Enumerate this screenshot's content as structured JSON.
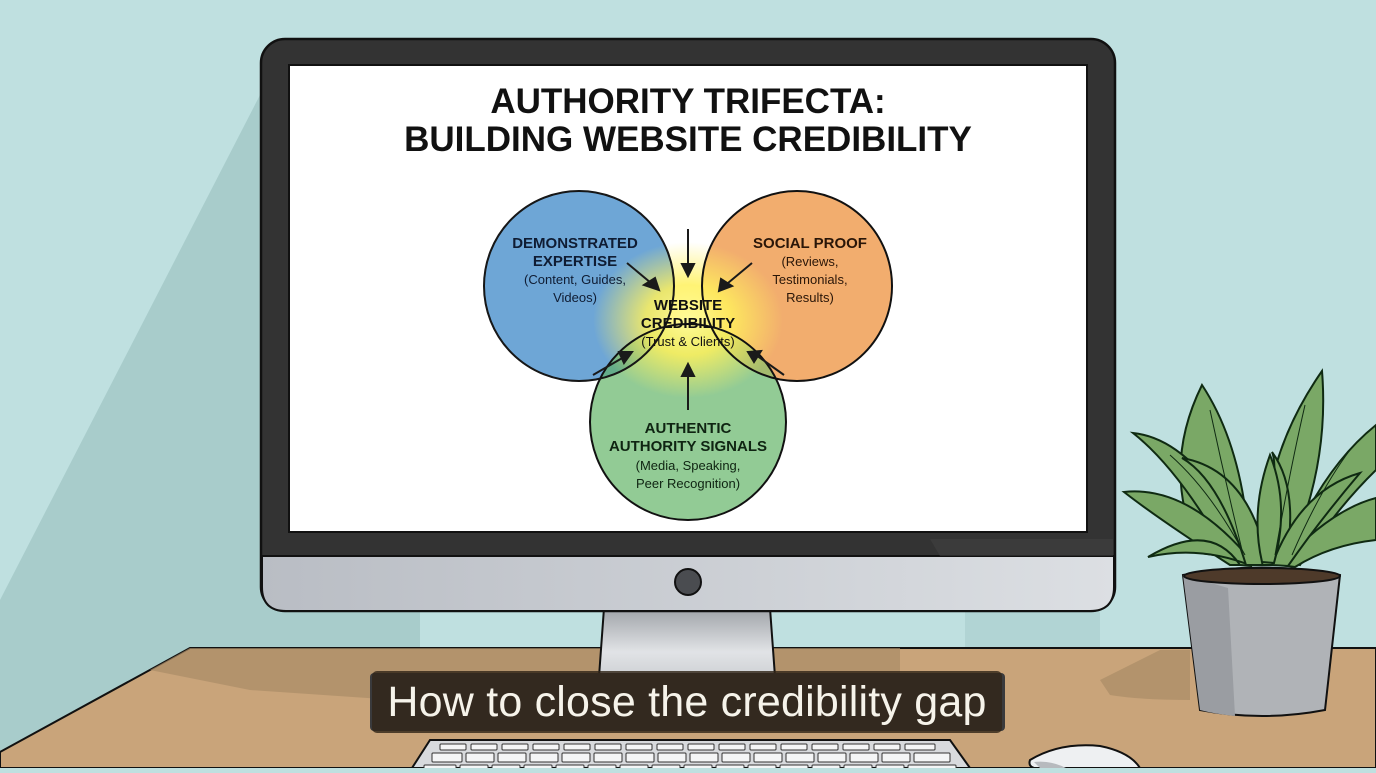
{
  "scene": {
    "description": "Illustrated desk scene with a monitor displaying a Venn diagram, a potted plant, keyboard and mouse",
    "colors": {
      "wall": "#bfe0e0",
      "wall_shadow": "#a8cccb",
      "desk": "#c9a47a",
      "desk_shadow": "#a98b66",
      "bezel": "#333333",
      "chin": "#cfd2d6",
      "screen": "#ffffff",
      "blue_circle": "#6ea6d6",
      "orange_circle": "#f2ad6e",
      "green_circle": "#8cc88f",
      "center_glow": "#fff36a",
      "plant_leaf": "#7aa866",
      "pot": "#b0b3b7"
    }
  },
  "screen": {
    "title_line1": "AUTHORITY TRIFECTA:",
    "title_line2": "BUILDING WEBSITE CREDIBILITY"
  },
  "venn": {
    "top_left": {
      "title_line1": "DEMONSTRATED",
      "title_line2": "EXPERTISE",
      "detail_line1": "(Content, Guides,",
      "detail_line2": "Videos)"
    },
    "top_right": {
      "title_line1": "SOCIAL PROOF",
      "detail_line1": "(Reviews,",
      "detail_line2": "Testimonials,",
      "detail_line3": "Results)"
    },
    "bottom": {
      "title_line1": "AUTHENTIC",
      "title_line2": "AUTHORITY SIGNALS",
      "detail_line1": "(Media, Speaking,",
      "detail_line2": "Peer Recognition)"
    },
    "center": {
      "title_line1": "WEBSITE",
      "title_line2": "CREDIBILITY",
      "detail_line1": "(Trust & Clients)"
    }
  },
  "caption": {
    "text": "How to close the credibility gap"
  }
}
